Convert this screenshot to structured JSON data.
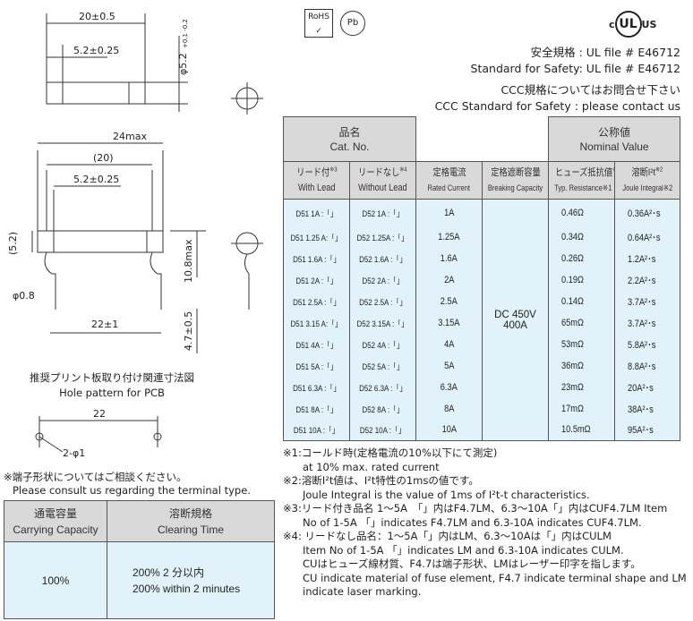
{
  "logos": {
    "rohs": "RoHS",
    "pb": "Pb",
    "ul_c": "c",
    "ul_us": "US",
    "ul": "UL"
  },
  "header": {
    "line1": "安全規格 : UL file # E46712",
    "line2": "Standard for Safety: UL file # E46712",
    "line3": "CCC規格についてはお問合せ下さい",
    "line4": "CCC Standard for Safety : please contact us"
  },
  "drawing": {
    "d1": "20±0.5",
    "d2": "5.2±0.25",
    "d3": "φ5.2",
    "d3tol": "+0.1 -0.2",
    "d4": "24max",
    "d5": "(20)",
    "d6": "5.2±0.25",
    "d7": "(5.2)",
    "d8": "10.8max",
    "d9": "φ0.8",
    "d10": "22±1",
    "d11": "4.7±0.5",
    "pcb_ja": "推奨プリント板取り付け関連寸法図",
    "pcb_en": "Hole pattern for PCB",
    "d12": "22",
    "d13": "2-φ1"
  },
  "terminal_note": {
    "ja": "※端子形状についてはご相談ください。",
    "en": "Please consult us regarding the terminal type."
  },
  "cap_table": {
    "h1_ja": "通電容量",
    "h1_en": "Carrying Capacity",
    "h2_ja": "溶断規格",
    "h2_en": "Clearing Time",
    "v1": "100%",
    "v2_ja": "200% 2 分以内",
    "v2_en": "200% within 2 minutes"
  },
  "main_table": {
    "catno_ja": "品名",
    "catno_en": "Cat. No.",
    "nominal_ja": "公称値",
    "nominal_en": "Nominal Value",
    "cols": [
      {
        "ja": "リード付",
        "sup": "※3",
        "en": "With Lead"
      },
      {
        "ja": "リードなし",
        "sup": "※4",
        "en": "Without Lead"
      },
      {
        "ja": "定格電流",
        "sup": "",
        "en": "Rated Current"
      },
      {
        "ja": "定格遮断容量",
        "sup": "",
        "en": "Breaking Capacity"
      },
      {
        "ja": "ヒューズ抵抗値",
        "sup": "※1",
        "en": "Typ. Resistance※1"
      },
      {
        "ja": "溶断I²t",
        "sup": "※2",
        "en": "Joule Integral※2"
      }
    ],
    "breaking": "DC 450V\n400A",
    "rows": [
      [
        "D51 1A :「」",
        "D52 1A :「」",
        "1A",
        "0.46Ω",
        "0.36A²･s"
      ],
      [
        "D51 1.25 A:「」",
        "D52 1.25A :「」",
        "1.25A",
        "0.34Ω",
        "0.64A²･s"
      ],
      [
        "D51 1.6A :「」",
        "D52 1.6A :「」",
        "1.6A",
        "0.26Ω",
        "1.2A²･s"
      ],
      [
        "D51 2A :「」",
        "D52 2A :「」",
        "2A",
        "0.19Ω",
        "2.2A²･s"
      ],
      [
        "D51 2.5A :「」",
        "D52 2.5A :「」",
        "2.5A",
        "0.14Ω",
        "3.7A²･s"
      ],
      [
        "D51 3.15 A:「」",
        "D52 3.15A :「」",
        "3.15A",
        "65mΩ",
        "3.7A²･s"
      ],
      [
        "D51 4A :「」",
        "D52 4A :「」",
        "4A",
        "53mΩ",
        "5.8A²･s"
      ],
      [
        "D51 5A :「」",
        "D52 5A :「」",
        "5A",
        "36mΩ",
        "8.8A²･s"
      ],
      [
        "D51 6.3A :「」",
        "D52 6.3A :「」",
        "6.3A",
        "23mΩ",
        "20A²･s"
      ],
      [
        "D51 8A :「」",
        "D52 8A :「」",
        "8A",
        "17mΩ",
        "38A²･s"
      ],
      [
        "D51 10A :「」",
        "D52 10A :「」",
        "10A",
        "10.5mΩ",
        "95A²･s"
      ]
    ]
  },
  "notes": [
    "※1:コールド時(定格電流の10%以下にて測定)",
    "at 10% max. rated current",
    "※2:溶断I²t値は、I²t特性の1msの値です。",
    "Joule Integral is the value of 1ms of I²t-t characteristics.",
    "※3:リード付き品名 1〜5A　「」内はF4.7LM、6.3〜10A「」内はCUF4.7LM Item",
    "No of 1-5A 「」indicates F4.7LM and 6.3-10A indicates CUF4.7LM.",
    "※4: リードなし品名：1〜5A「」内はLM、6.3〜10Aは「」内はCULM",
    "Item No of 1-5A 「」indicates LM and 6.3-10A indicates CULM.",
    "CUはヒューズ線材質、F4.7は端子形状、LMはレーザー印字を指します。",
    "CU indicate material of fuse element, F4.7 indicate terminal shape and LM",
    "indicate laser marking."
  ]
}
